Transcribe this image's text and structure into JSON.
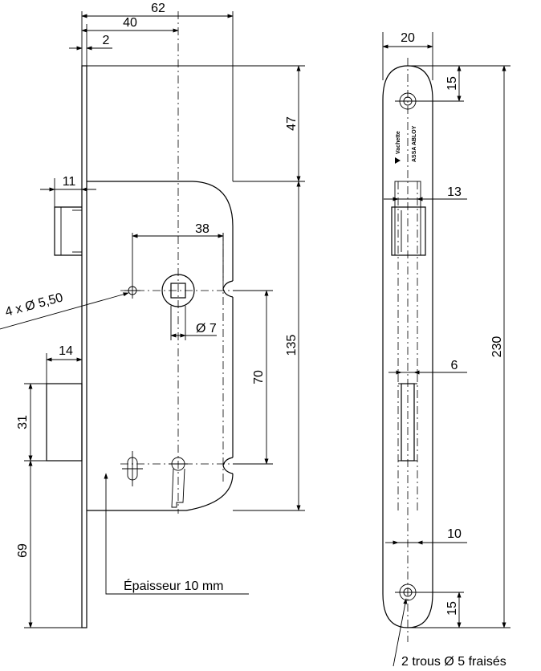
{
  "dimensions": {
    "d62": "62",
    "d40": "40",
    "d2": "2",
    "d47": "47",
    "d11": "11",
    "d38": "38",
    "holes": "4 x Ø 5,50",
    "d7": "Ø 7",
    "d135": "135",
    "d70": "70",
    "d14": "14",
    "d31": "31",
    "d69": "69",
    "thickness": "Épaisseur 10 mm",
    "d20": "20",
    "d15top": "15",
    "d13": "13",
    "d230": "230",
    "d6": "6",
    "d10": "10",
    "d15bot": "15",
    "screws": "2 trous  Ø 5 fraisés"
  },
  "brand": {
    "line1": "Vachette",
    "line2": "ASSA ABLOY"
  }
}
